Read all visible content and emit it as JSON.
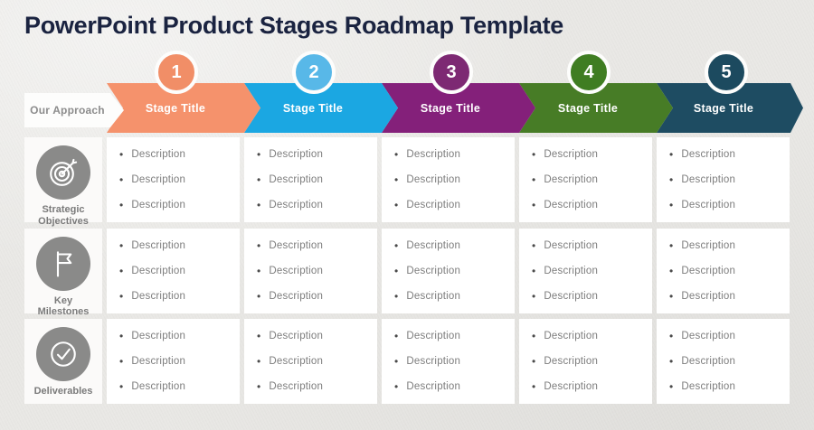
{
  "title": "PowerPoint Product Stages Roadmap Template",
  "approach": {
    "label": "Our Approach"
  },
  "stages": [
    {
      "number": "1",
      "label": "Stage Title",
      "color": "#F5926C",
      "circle_color": "#F18E67"
    },
    {
      "number": "2",
      "label": "Stage Title",
      "color": "#1BA7E2",
      "circle_color": "#58B8E8"
    },
    {
      "number": "3",
      "label": "Stage Title",
      "color": "#84207A",
      "circle_color": "#7D2973"
    },
    {
      "number": "4",
      "label": "Stage Title",
      "color": "#477C26",
      "circle_color": "#3F7D22"
    },
    {
      "number": "5",
      "label": "Stage Title",
      "color": "#1E4C62",
      "circle_color": "#1C4A5F"
    }
  ],
  "rows": [
    {
      "label": "Strategic Objectives",
      "icon": "target-icon",
      "cells": [
        [
          "Description",
          "Description",
          "Description"
        ],
        [
          "Description",
          "Description",
          "Description"
        ],
        [
          "Description",
          "Description",
          "Description"
        ],
        [
          "Description",
          "Description",
          "Description"
        ],
        [
          "Description",
          "Description",
          "Description"
        ]
      ]
    },
    {
      "label": "Key Milestones",
      "icon": "flag-icon",
      "cells": [
        [
          "Description",
          "Description",
          "Description"
        ],
        [
          "Description",
          "Description",
          "Description"
        ],
        [
          "Description",
          "Description",
          "Description"
        ],
        [
          "Description",
          "Description",
          "Description"
        ],
        [
          "Description",
          "Description",
          "Description"
        ]
      ]
    },
    {
      "label": "Deliverables",
      "icon": "check-circle-icon",
      "cells": [
        [
          "Description",
          "Description",
          "Description"
        ],
        [
          "Description",
          "Description",
          "Description"
        ],
        [
          "Description",
          "Description",
          "Description"
        ],
        [
          "Description",
          "Description",
          "Description"
        ],
        [
          "Description",
          "Description",
          "Description"
        ]
      ]
    }
  ],
  "colors": {
    "background": "#E9E8E5",
    "title_text": "#1A2340",
    "row_icon_bg": "#8A8A89",
    "muted_text": "#7D7D7D",
    "cell_bg": "#FFFFFF",
    "label_cell_bg": "#FBFAF9",
    "arrow_outline": "#FCFCFB"
  }
}
